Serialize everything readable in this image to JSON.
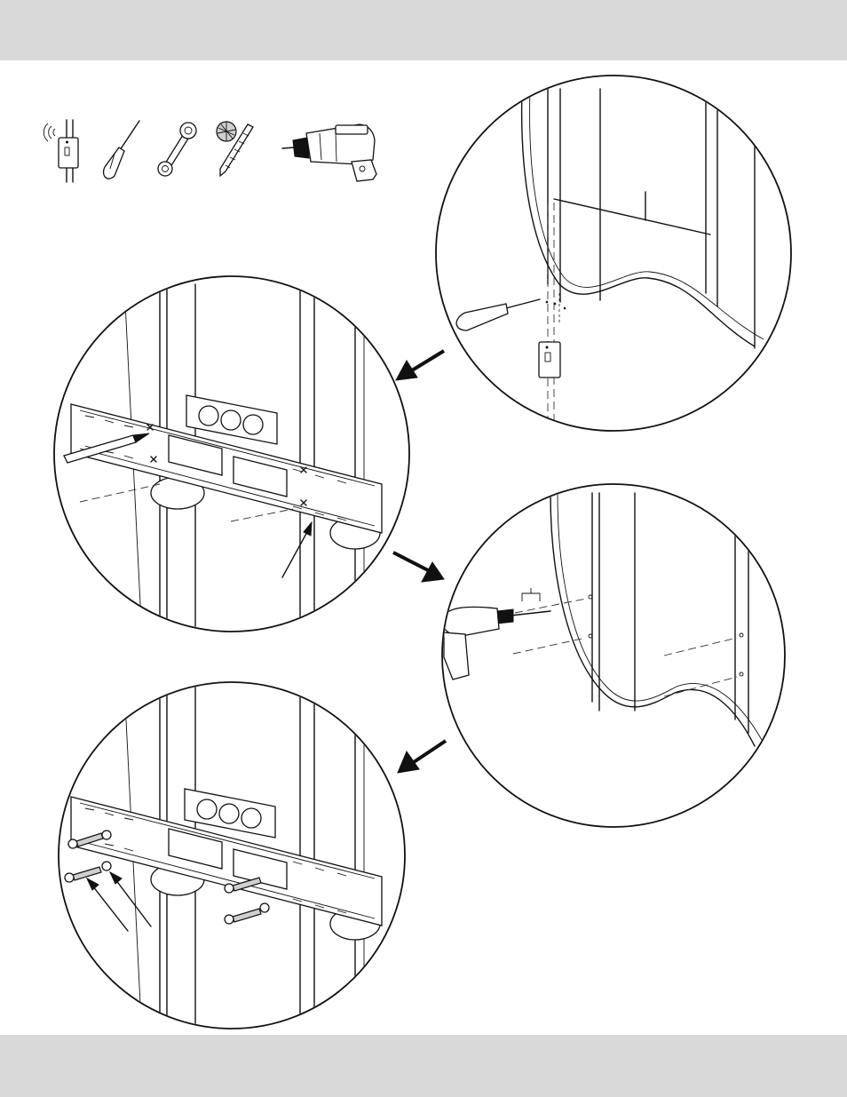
{
  "header": {},
  "footer": {},
  "tools": [
    {
      "icon": "stud-finder-icon"
    },
    {
      "icon": "awl-icon"
    },
    {
      "icon": "wrench-icon"
    },
    {
      "icon": "drill-bit-icon"
    },
    {
      "icon": "power-drill-icon"
    }
  ],
  "steps": [
    {
      "icon": "mark-stud-step"
    },
    {
      "icon": "mark-holes-step"
    },
    {
      "icon": "drill-pilot-holes-step"
    },
    {
      "icon": "attach-plate-step"
    }
  ]
}
